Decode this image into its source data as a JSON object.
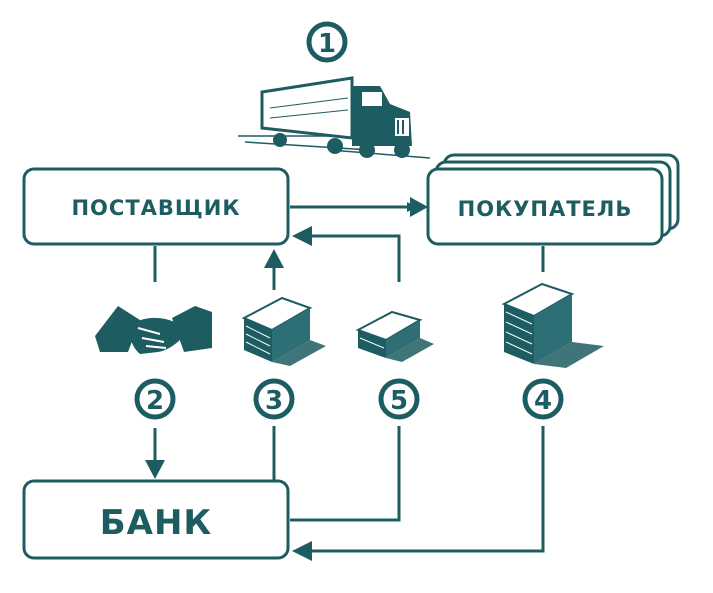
{
  "colors": {
    "accent": "#1d5d62",
    "dark": "#1a4f53",
    "background": "#ffffff"
  },
  "nodes": {
    "supplier": "ПОСТАВЩИК",
    "buyer": "ПОКУПАТЕЛЬ",
    "bank": "БАНК"
  },
  "steps": [
    "1",
    "2",
    "3",
    "4",
    "5"
  ],
  "icons": {
    "truck": "truck-icon",
    "handshake": "handshake-icon",
    "money": "money-stack-icon"
  }
}
